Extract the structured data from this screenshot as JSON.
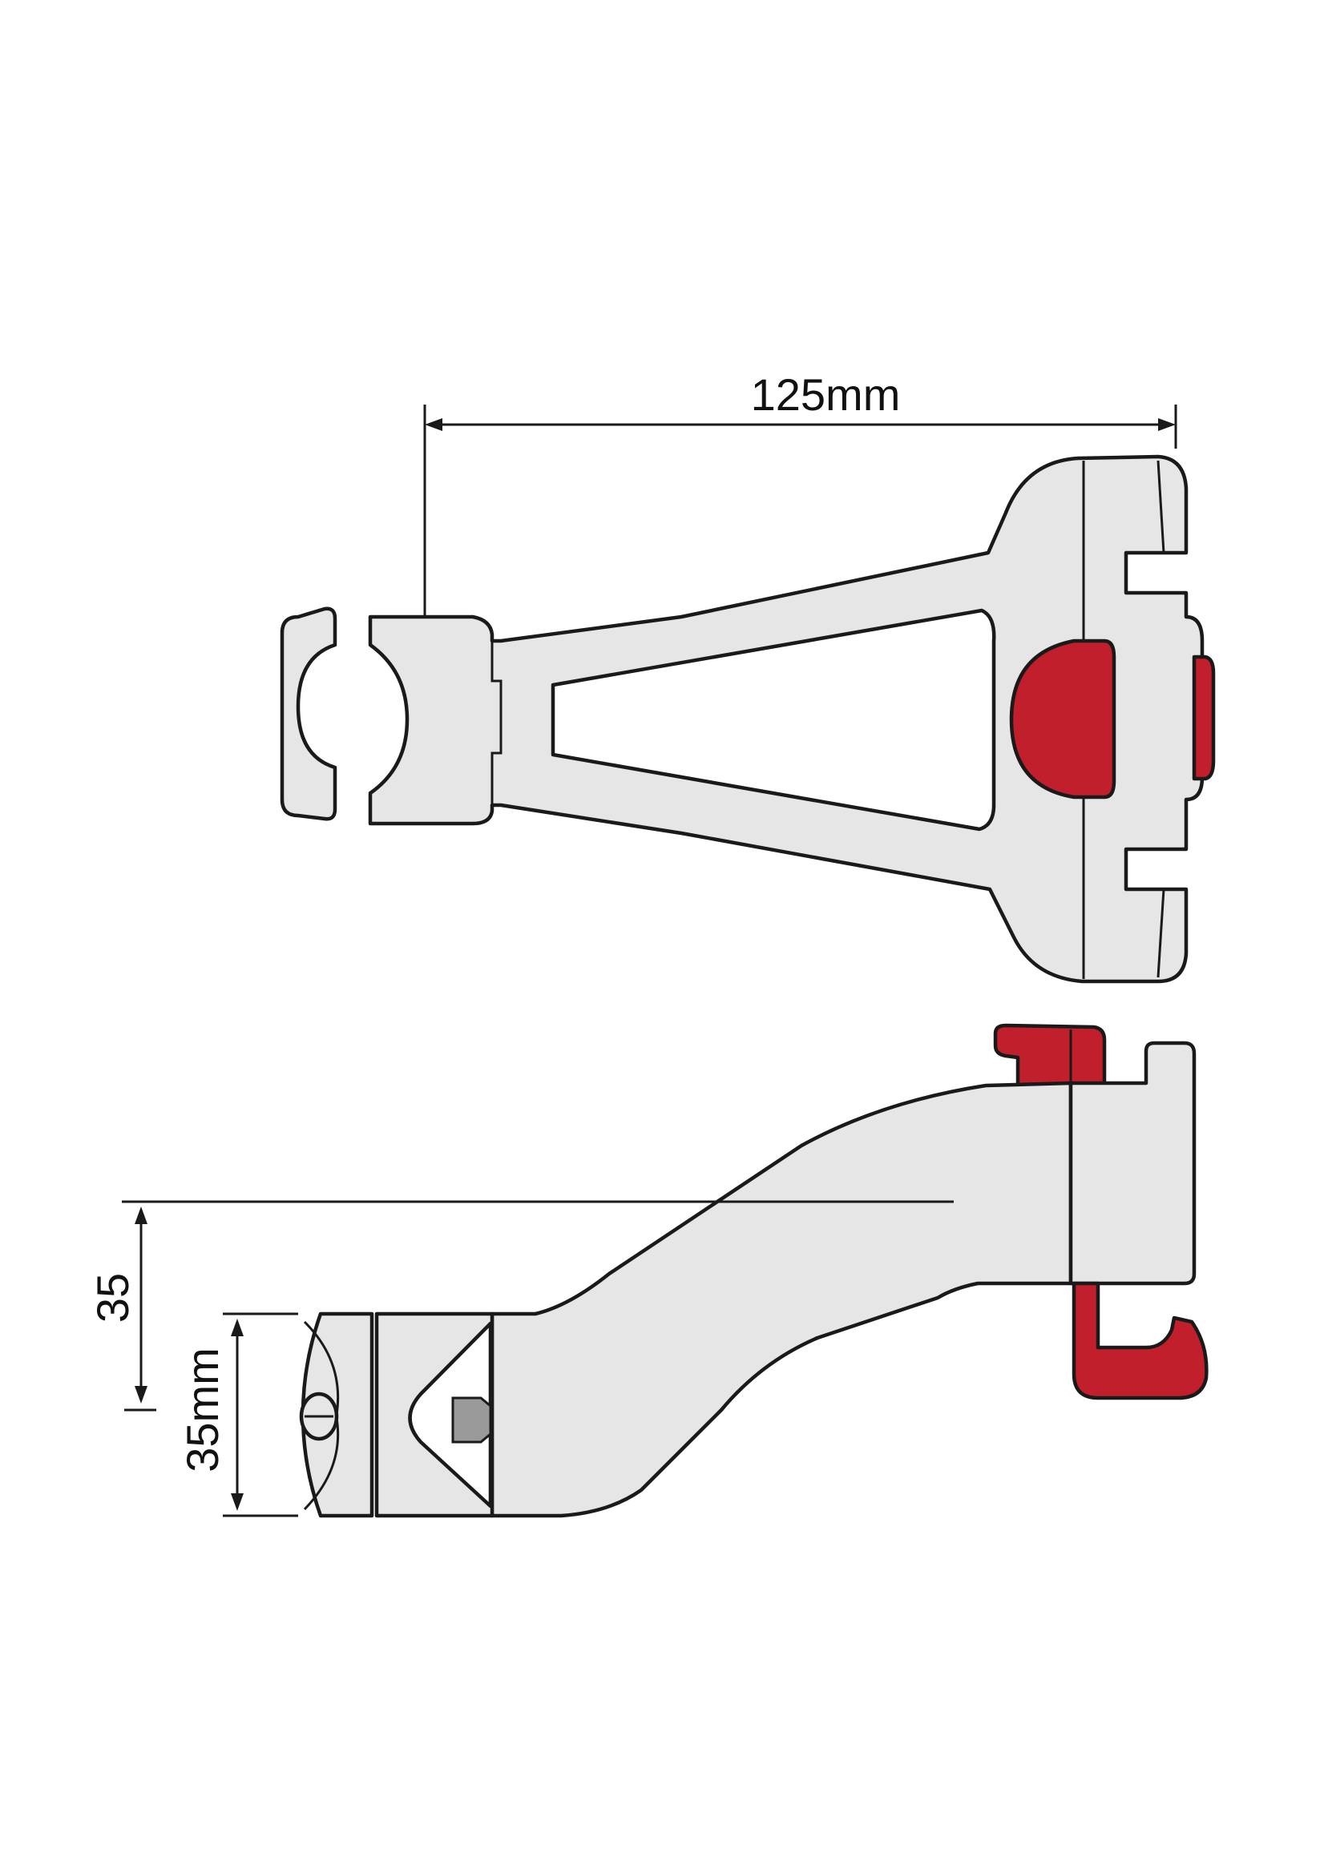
{
  "dimensions": {
    "width_label": "125mm",
    "offset_label": "35",
    "diameter_label": "35mm"
  },
  "colors": {
    "part_fill": "#e6e6e6",
    "outline": "#1a1a1a",
    "accent_red": "#c01f2b",
    "background": "#ffffff"
  }
}
